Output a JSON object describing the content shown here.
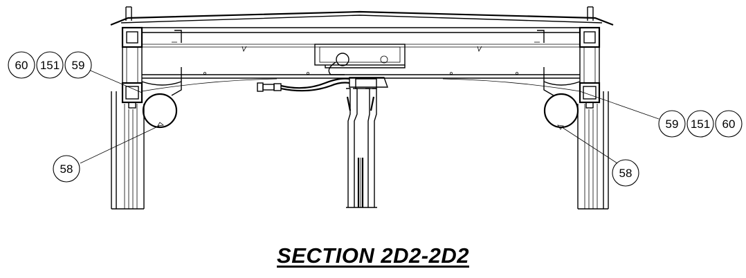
{
  "diagram": {
    "section_title": "SECTION 2D2-2D2",
    "callouts_left": [
      "60",
      "151",
      "59"
    ],
    "callouts_right": [
      "59",
      "151",
      "60"
    ],
    "callout_left_bottom": "58",
    "callout_right_bottom": "58"
  }
}
